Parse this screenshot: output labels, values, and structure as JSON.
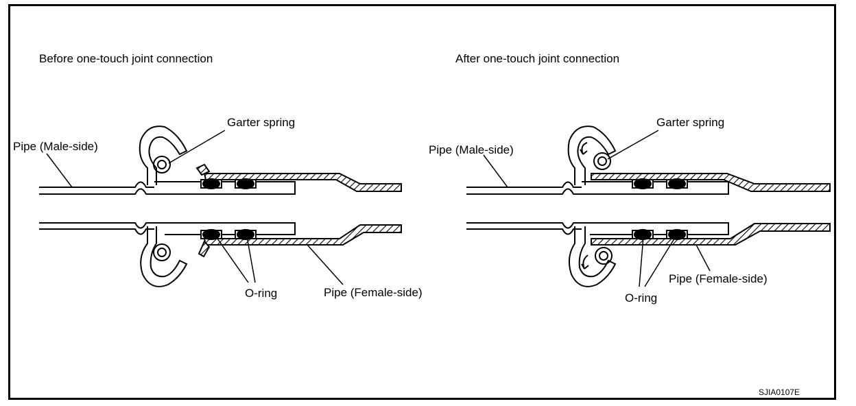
{
  "figure_code": "SJIA0107E",
  "before": {
    "title": "Before one-touch joint connection",
    "labels": {
      "garter_spring": "Garter spring",
      "pipe_male": "Pipe (Male-side)",
      "o_ring": "O-ring",
      "pipe_female": "Pipe (Female-side)"
    }
  },
  "after": {
    "title": "After one-touch joint connection",
    "labels": {
      "garter_spring": "Garter spring",
      "pipe_male": "Pipe (Male-side)",
      "o_ring": "O-ring",
      "pipe_female": "Pipe (Female-side)"
    }
  }
}
